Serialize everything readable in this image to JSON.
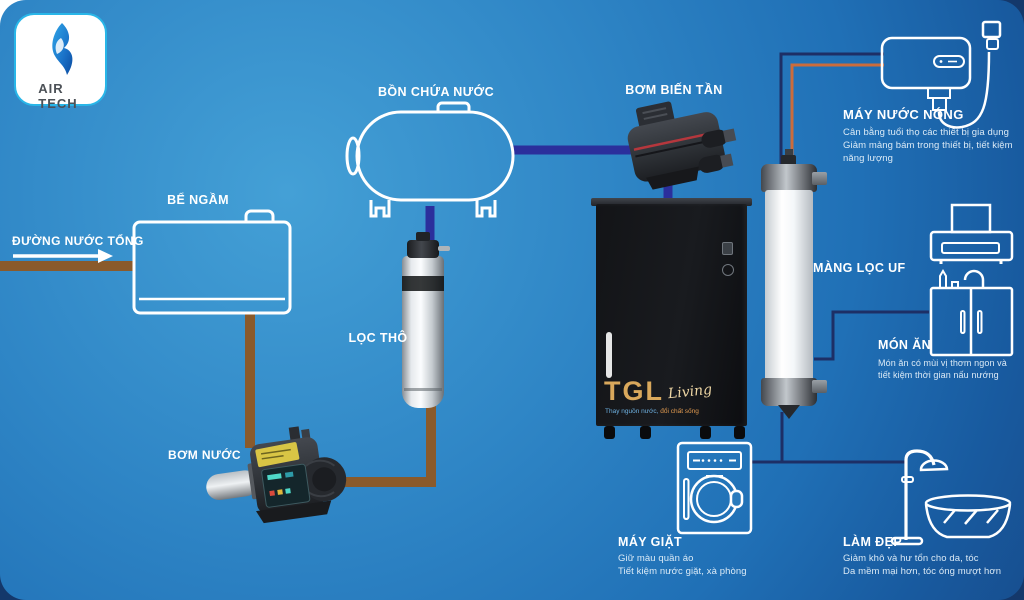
{
  "brand": {
    "name": "AIR TECH"
  },
  "supply": {
    "label": "ĐƯỜNG NƯỚC TỔNG"
  },
  "underground_tank": {
    "label": "BỂ NGẦM"
  },
  "storage_tank": {
    "label": "BỒN CHỨA NƯỚC"
  },
  "inverter_pump": {
    "label": "BƠM BIẾN TẦN"
  },
  "water_pump": {
    "label": "BƠM NƯỚC"
  },
  "coarse_filter": {
    "label": "LỌC THÔ"
  },
  "uf_membrane": {
    "label": "MÀNG LỌC UF"
  },
  "cabinet": {
    "brand": "TGL",
    "brand_suffix": "Living",
    "tagline_a": "Thay nguồn nước,",
    "tagline_b": " đổi chất sống"
  },
  "water_heater": {
    "title": "MÁY NƯỚC NÓNG",
    "lines": [
      "Cân bằng tuổi thọ các thiết bị gia dụng",
      "Giảm mảng bám trong thiết bị, tiết kiệm",
      "năng lượng"
    ]
  },
  "food": {
    "title": "MÓN ĂN",
    "lines": [
      "Món ăn có mùi vị thơm ngon và",
      "tiết kiệm thời gian nấu nướng"
    ]
  },
  "washing": {
    "title": "MÁY GIẶT",
    "lines": [
      "Giữ màu quần áo",
      "Tiết kiệm nước giặt, xà phòng"
    ]
  },
  "beauty": {
    "title": "LÀM ĐẸP",
    "lines": [
      "Giảm khô và hư tổn cho da, tóc",
      "Da mềm mại hơn, tóc óng mượt hơn"
    ]
  },
  "colors": {
    "raw_pipe": "#8a5a2b",
    "treated_pipe": "#2b2f9c",
    "line_navy": "#1d2f66",
    "line_orange": "#cb6c3c",
    "accent_cyan": "#29b6e8"
  }
}
